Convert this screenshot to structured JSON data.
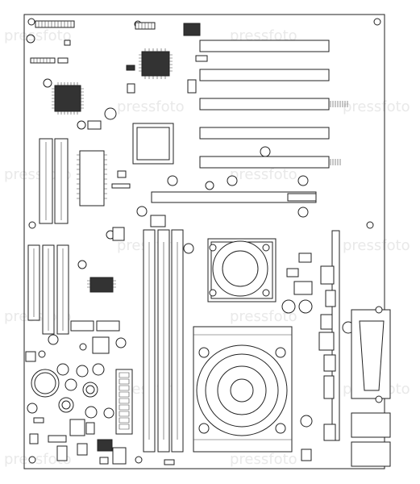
{
  "figure": {
    "subject": "motherboard",
    "style": "black line drawing on white",
    "colors": {
      "line": "#222222",
      "background": "#ffffff",
      "watermark": "#e9e9e9"
    }
  },
  "watermark": {
    "text": "pressfoto"
  },
  "components": {
    "pci_slots": 4,
    "agp_slot": 1,
    "isa_slot": 1,
    "ram_slots": 3,
    "ide_connectors": 3,
    "cpu_fan": 1,
    "chipset_fan": 1,
    "serial_port": 1,
    "cmos_battery": 1
  }
}
